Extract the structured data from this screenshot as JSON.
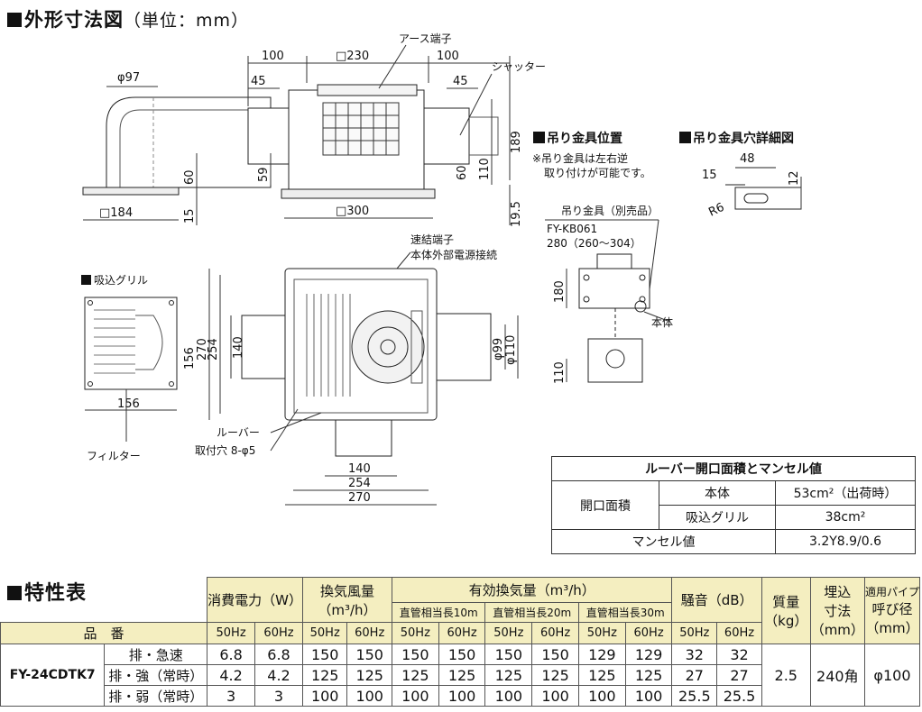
{
  "titles": {
    "outline": "外形寸法図",
    "outline_unit": "（単位：mm）",
    "hanger_pos": "吊り金具位置",
    "hanger_hole": "吊り金具穴詳細図",
    "characteristics": "特性表"
  },
  "labels": {
    "earth_terminal": "アース端子",
    "shutter": "シャッター",
    "hanger_note_1": "※吊り金具は左右逆",
    "hanger_note_2": "取り付けが可能です。",
    "hanger_sold": "吊り金具（別売品）",
    "hanger_model": "FY-KB061",
    "hanger_size": "280（260〜304）",
    "quick_terminal": "速結端子",
    "power_conn": "本体外部電源接続",
    "intake_grille": "吸込グリル",
    "body": "本体",
    "louver": "ルーバー",
    "mount_hole": "取付穴 8-φ5",
    "filter": "フィルター"
  },
  "dims": {
    "phi97": "φ97",
    "d100a": "100",
    "sq230": "□230",
    "d100b": "100",
    "d45a": "45",
    "d45b": "45",
    "d189": "189",
    "d110": "110",
    "d60a": "60",
    "d59": "59",
    "d60b": "60",
    "d15": "15",
    "sq184": "□184",
    "sq300": "□300",
    "d19_5": "19.5",
    "h15": "15",
    "h48": "48",
    "h12": "12",
    "r6": "R6",
    "k180": "180",
    "k110": "110",
    "g156v": "156",
    "g270v": "270",
    "g254v": "254",
    "g140v": "140",
    "g156h": "156",
    "phi99": "φ99",
    "phi110": "φ110",
    "b140": "140",
    "b254": "254",
    "b270": "270"
  },
  "louver_table": {
    "title": "ルーバー開口面積とマンセル値",
    "opening_area": "開口面積",
    "body": "本体",
    "body_value": "53cm²（出荷時）",
    "grille": "吸込グリル",
    "grille_value": "38cm²",
    "munsell": "マンセル値",
    "munsell_value": "3.2Y8.9/0.6"
  },
  "spec": {
    "h_power": "消費電力（W）",
    "h_airflow": "換気風量",
    "h_airflow_unit": "（m³/h）",
    "h_effective": "有効換気量（m³/h）",
    "h_straight10": "直管相当長10m",
    "h_straight20": "直管相当長20m",
    "h_straight30": "直管相当長30m",
    "h_noise": "騒音（dB）",
    "h_mass": "質量",
    "h_mass_unit": "（kg）",
    "h_embed": "埋込",
    "h_embed2": "寸法",
    "h_embed_unit": "（mm）",
    "h_pipe": "適用パイプ",
    "h_pipe2": "呼び径",
    "h_pipe_unit": "（mm）",
    "h_model": "品　番",
    "hz50": "50Hz",
    "hz60": "60Hz",
    "model": "FY-24CDTK7",
    "mass": "2.5",
    "embed": "240角",
    "pipe": "φ100",
    "rows": [
      {
        "mode": "排・急速",
        "v": [
          "6.8",
          "6.8",
          "150",
          "150",
          "150",
          "150",
          "150",
          "150",
          "129",
          "129",
          "32",
          "32"
        ]
      },
      {
        "mode": "排・強（常時）",
        "v": [
          "4.2",
          "4.2",
          "125",
          "125",
          "125",
          "125",
          "125",
          "125",
          "125",
          "125",
          "27",
          "27"
        ]
      },
      {
        "mode": "排・弱（常時）",
        "v": [
          "3",
          "3",
          "100",
          "100",
          "100",
          "100",
          "100",
          "100",
          "100",
          "100",
          "25.5",
          "25.5"
        ]
      }
    ]
  }
}
